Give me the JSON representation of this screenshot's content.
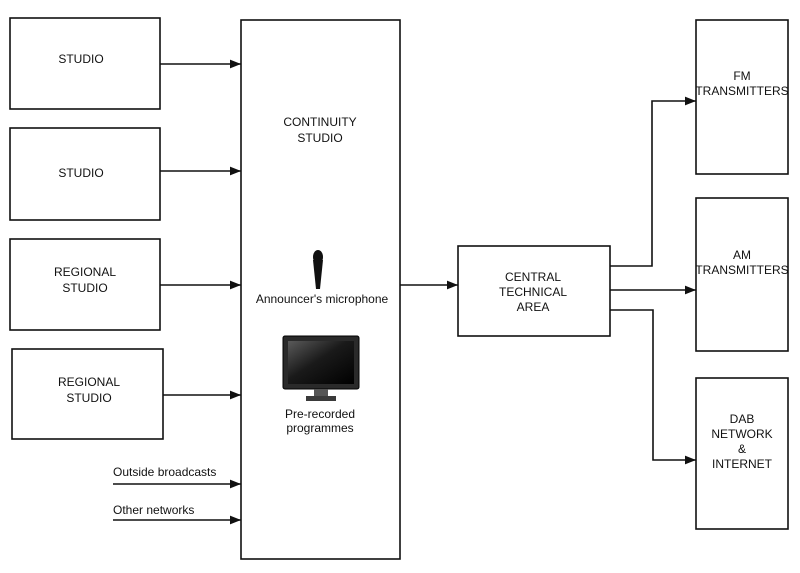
{
  "diagram": {
    "studio_1": "STUDIO",
    "studio_2": "STUDIO",
    "regional_studio_1": [
      "REGIONAL",
      "STUDIO"
    ],
    "regional_studio_2": [
      "REGIONAL",
      "STUDIO"
    ],
    "continuity_studio": [
      "CONTINUITY",
      "STUDIO"
    ],
    "announcer_mic": "Announcer's microphone",
    "pre_recorded": [
      "Pre-recorded",
      "programmes"
    ],
    "outside_broadcasts": "Outside broadcasts",
    "other_networks": "Other networks",
    "central_technical_area": [
      "CENTRAL",
      "TECHNICAL",
      "AREA"
    ],
    "fm_transmitters": [
      "FM",
      "TRANSMITTERS"
    ],
    "am_transmitters": [
      "AM",
      "TRANSMITTERS"
    ],
    "dab_network": [
      "DAB",
      "NETWORK",
      "&",
      "INTERNET"
    ]
  },
  "colors": {
    "stroke": "#111111",
    "background": "#ffffff"
  },
  "icons": {
    "microphone": "microphone-icon",
    "monitor": "monitor-icon"
  }
}
